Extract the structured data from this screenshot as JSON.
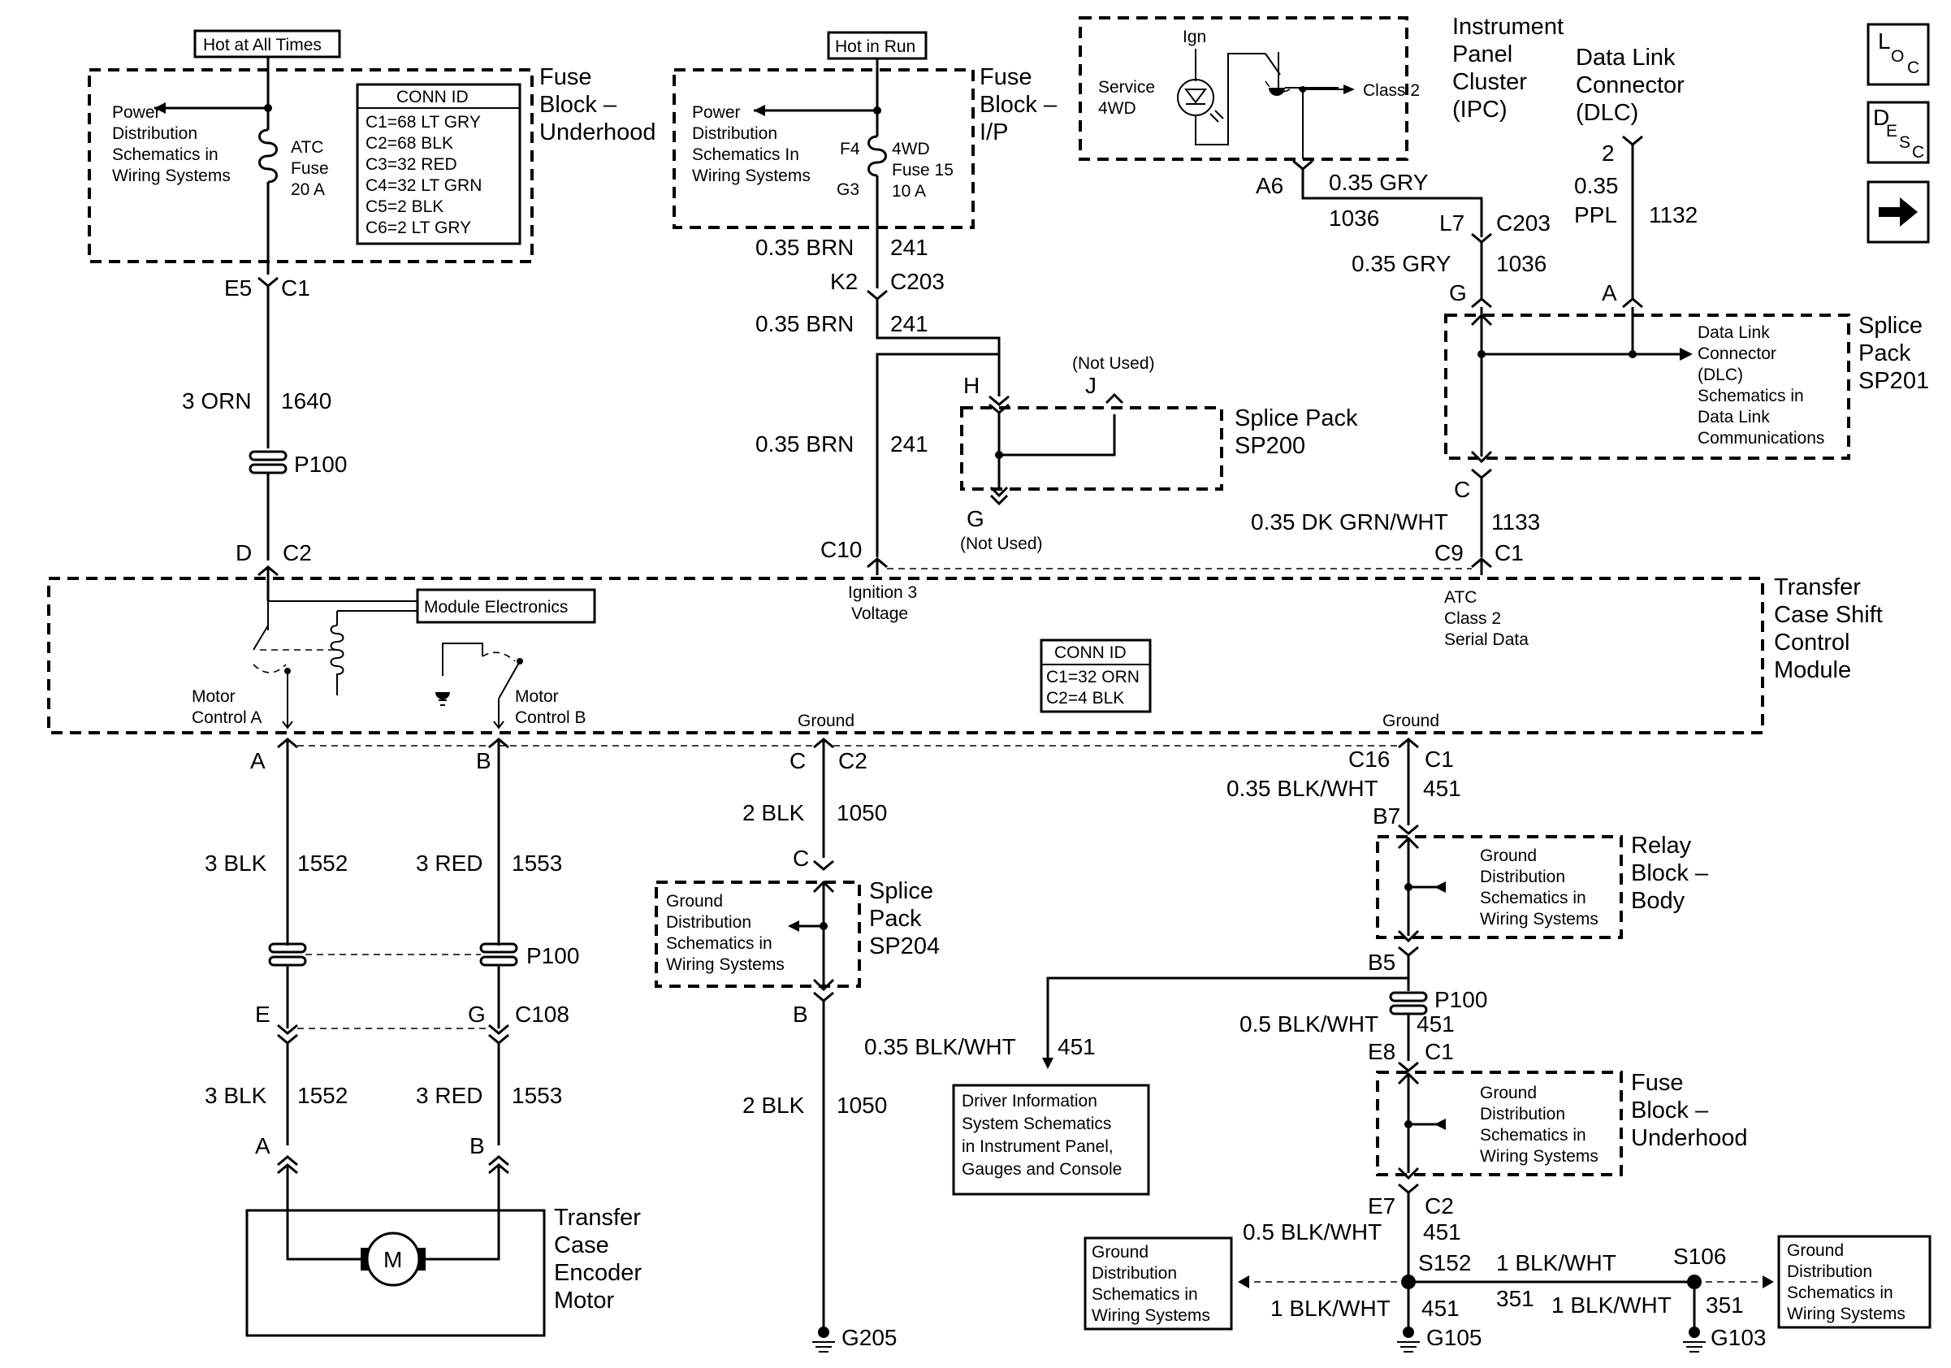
{
  "sources": {
    "hot_at_all_times": "Hot at All Times",
    "hot_in_run": "Hot in Run",
    "ign": "Ign"
  },
  "fuse_block_underhood": {
    "title": [
      "Fuse",
      "Block –",
      "Underhood"
    ],
    "power_dist": [
      "Power",
      "Distribution",
      "Schematics in",
      "Wiring Systems"
    ],
    "fuse": [
      "ATC",
      "Fuse",
      "20 A"
    ],
    "conn_id_title": "CONN ID",
    "conn_ids": [
      "C1=68 LT GRY",
      "C2=68 BLK",
      "C3=32 RED",
      "C4=32 LT GRN",
      "C5=2 BLK",
      "C6=2 LT GRY"
    ]
  },
  "fuse_block_ip": {
    "title": [
      "Fuse",
      "Block –",
      "I/P"
    ],
    "power_dist": [
      "Power",
      "Distribution",
      "Schematics In",
      "Wiring Systems"
    ],
    "fuse": [
      "4WD",
      "Fuse 15",
      "10 A"
    ],
    "pins": [
      "F4",
      "G3"
    ]
  },
  "ipc": {
    "title": [
      "Instrument",
      "Panel",
      "Cluster",
      "(IPC)"
    ],
    "service": [
      "Service",
      "4WD"
    ],
    "class2": "Class 2"
  },
  "dlc": {
    "title": [
      "Data Link",
      "Connector",
      "(DLC)"
    ],
    "pin": "2",
    "wire_gauge": "0.35",
    "wire_color": "PPL",
    "circuit": "1132"
  },
  "page_icons": {
    "loc": [
      "L",
      "O",
      "C"
    ],
    "desc": [
      "D",
      "E",
      "S",
      "C"
    ],
    "arrow": "next-page-arrow-icon"
  },
  "left_column": {
    "conn_top": [
      "E5",
      "C1"
    ],
    "wire": [
      "3 ORN",
      "1640"
    ],
    "inline": "P100",
    "conn_bottom": [
      "D",
      "C2"
    ]
  },
  "ip_column": {
    "wire1": [
      "0.35 BRN",
      "241"
    ],
    "conn": [
      "K2",
      "C203"
    ],
    "wire2": [
      "0.35 BRN",
      "241"
    ],
    "wire3": [
      "0.35 BRN",
      "241"
    ],
    "module_pin": "C10",
    "ignition": [
      "Ignition 3",
      "Voltage"
    ]
  },
  "sp200": {
    "title": [
      "Splice Pack",
      "SP200"
    ],
    "pin_h": "H",
    "pin_j": "J",
    "pin_g": "G",
    "not_used": "(Not Used)"
  },
  "ipc_wires": {
    "pin_a6": "A6",
    "wire1": [
      "0.35 GRY",
      "1036"
    ],
    "conn": [
      "L7",
      "C203"
    ],
    "wire2": [
      "0.35 GRY",
      "1036"
    ],
    "pin_g": "G",
    "pin_a": "A",
    "pin_c": "C",
    "wire3": [
      "0.35 DK GRN/WHT",
      "1133"
    ],
    "module_conn": [
      "C9",
      "C1"
    ],
    "serial": [
      "ATC",
      "Class 2",
      "Serial Data"
    ]
  },
  "sp201": {
    "title": [
      "Splice",
      "Pack",
      "SP201"
    ],
    "dlc_ref": [
      "Data Link",
      "Connector",
      "(DLC)",
      "Schematics in",
      "Data Link",
      "Communications"
    ]
  },
  "module": {
    "title": [
      "Transfer",
      "Case Shift",
      "Control",
      "Module"
    ],
    "electronics": "Module Electronics",
    "motor_a": [
      "Motor",
      "Control A"
    ],
    "motor_b": [
      "Motor",
      "Control B"
    ],
    "conn_id_title": "CONN ID",
    "conn_ids": [
      "C1=32 ORN",
      "C2=4 BLK"
    ],
    "ground1": "Ground",
    "ground2": "Ground"
  },
  "motor_circuit": {
    "pin_a": "A",
    "pin_b": "B",
    "wire_a1": [
      "3 BLK",
      "1552"
    ],
    "wire_b1": [
      "3 RED",
      "1553"
    ],
    "inline": "P100",
    "pin_e": "E",
    "pin_g": "G",
    "conn": "C108",
    "wire_a2": [
      "3 BLK",
      "1552"
    ],
    "wire_b2": [
      "3 RED",
      "1553"
    ],
    "pin_a2": "A",
    "pin_b2": "B",
    "motor_symbol": "M",
    "motor_title": [
      "Transfer",
      "Case",
      "Encoder",
      "Motor"
    ]
  },
  "ground_1050": {
    "conn": [
      "C",
      "C2"
    ],
    "wire1": [
      "2 BLK",
      "1050"
    ],
    "pin_c": "C",
    "sp204": [
      "Splice",
      "Pack",
      "SP204"
    ],
    "ground_dist": [
      "Ground",
      "Distribution",
      "Schematics in",
      "Wiring Systems"
    ],
    "pin_b": "B",
    "wire2": [
      "2 BLK",
      "1050"
    ],
    "ground": "G205"
  },
  "ground_451": {
    "conn": [
      "C16",
      "C1"
    ],
    "wire1": [
      "0.35 BLK/WHT",
      "451"
    ],
    "pin_b7": "B7",
    "relay_block": [
      "Relay",
      "Block –",
      "Body"
    ],
    "ground_dist1": [
      "Ground",
      "Distribution",
      "Schematics in",
      "Wiring Systems"
    ],
    "pin_b5": "B5",
    "inline": "P100",
    "wire2": [
      "0.5 BLK/WHT",
      "451"
    ],
    "conn2": [
      "E8",
      "C1"
    ],
    "fuse_block": [
      "Fuse",
      "Block –",
      "Underhood"
    ],
    "ground_dist2": [
      "Ground",
      "Distribution",
      "Schematics in",
      "Wiring Systems"
    ],
    "conn3": [
      "E7",
      "C2"
    ],
    "wire3": [
      "0.5 BLK/WHT",
      "451"
    ],
    "splice": "S152",
    "wire4": [
      "1 BLK/WHT",
      "451"
    ],
    "ground": "G105",
    "branch_wire": [
      "0.35 BLK/WHT",
      "451"
    ],
    "dis_ref": [
      "Driver Information",
      "System Schematics",
      "in Instrument Panel,",
      "Gauges and Console"
    ],
    "left_ref": [
      "Ground",
      "Distribution",
      "Schematics in",
      "Wiring Systems"
    ],
    "right_wire1": "1 BLK/WHT",
    "right_circuit": "351",
    "right_wire2": "1 BLK/WHT",
    "splice2": "S106",
    "right_circuit2": "351",
    "ground2": "G103",
    "right_ref": [
      "Ground",
      "Distribution",
      "Schematics in",
      "Wiring Systems"
    ]
  }
}
